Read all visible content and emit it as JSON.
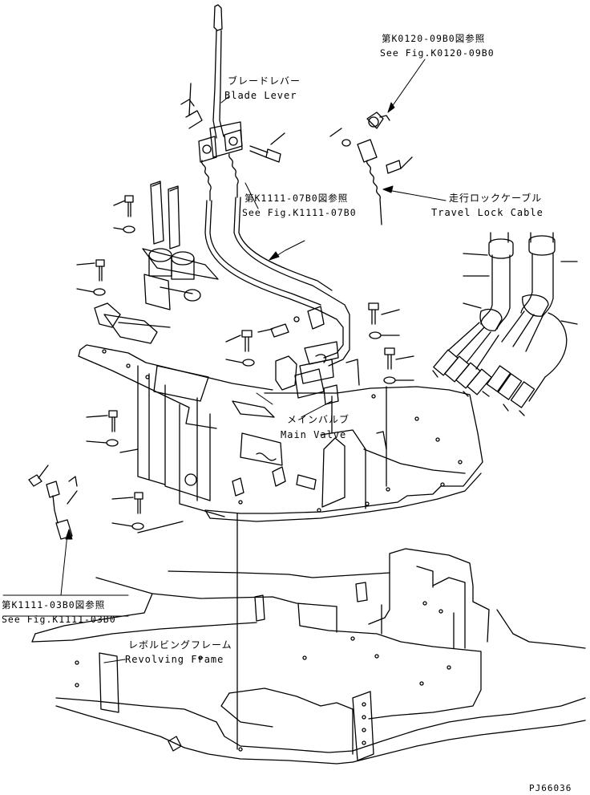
{
  "labels": {
    "blade_lever_jp": "ブレードレバー",
    "blade_lever_en": "Blade Lever",
    "ref_k0120_jp": "第K0120-09B0図参照",
    "ref_k0120_en": "See Fig.K0120-09B0",
    "ref_k1111_07_jp": "第K1111-07B0図参照",
    "ref_k1111_07_en": "See Fig.K1111-07B0",
    "travel_lock_jp": "走行ロックケーブル",
    "travel_lock_en": "Travel Lock Cable",
    "main_valve_jp": "メインバルブ",
    "main_valve_en": "Main Valve",
    "ref_k1111_03_jp": "第K1111-03B0図参照",
    "ref_k1111_03_en": "See Fig.K1111-03B0",
    "revolving_frame_jp": "レボルビングフレーム",
    "revolving_frame_en": "Revolving Frame",
    "drawing_code": "PJ66036"
  }
}
